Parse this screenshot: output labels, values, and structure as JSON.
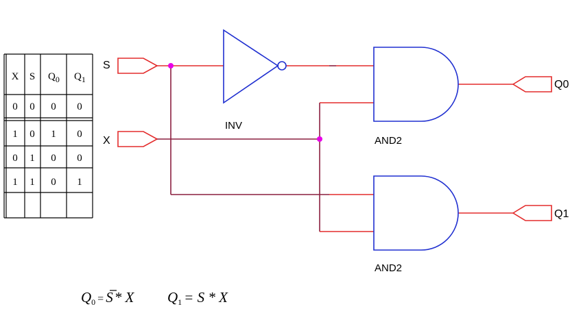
{
  "truth_table": {
    "headers": [
      {
        "main": "X",
        "sub": ""
      },
      {
        "main": "S",
        "sub": ""
      },
      {
        "main": "Q",
        "sub": "0"
      },
      {
        "main": "Q",
        "sub": "1"
      }
    ],
    "rows": [
      [
        "0",
        "0",
        "0",
        "0"
      ],
      [
        "1",
        "0",
        "1",
        "0"
      ],
      [
        "0",
        "1",
        "0",
        "0"
      ],
      [
        "1",
        "1",
        "0",
        "1"
      ]
    ]
  },
  "inputs": {
    "s_label": "S",
    "x_label": "X"
  },
  "outputs": {
    "q0_label": "Q0",
    "q1_label": "Q1"
  },
  "gates": {
    "inverter_label": "INV",
    "and_top_label": "AND2",
    "and_bottom_label": "AND2"
  },
  "equation": {
    "q0_var": "Q",
    "q0_sub": "0",
    "q0_rhs_pre": "=",
    "q0_bar_var": "S",
    "q0_rhs_post": "* X",
    "q1_var": "Q",
    "q1_sub": "1",
    "q1_rhs": "= S * X"
  },
  "colors": {
    "wire_red": "#e32b2b",
    "wire_dark": "#8a1f3f",
    "gate_blue": "#1f2fd0",
    "junction": "#e800e8"
  }
}
